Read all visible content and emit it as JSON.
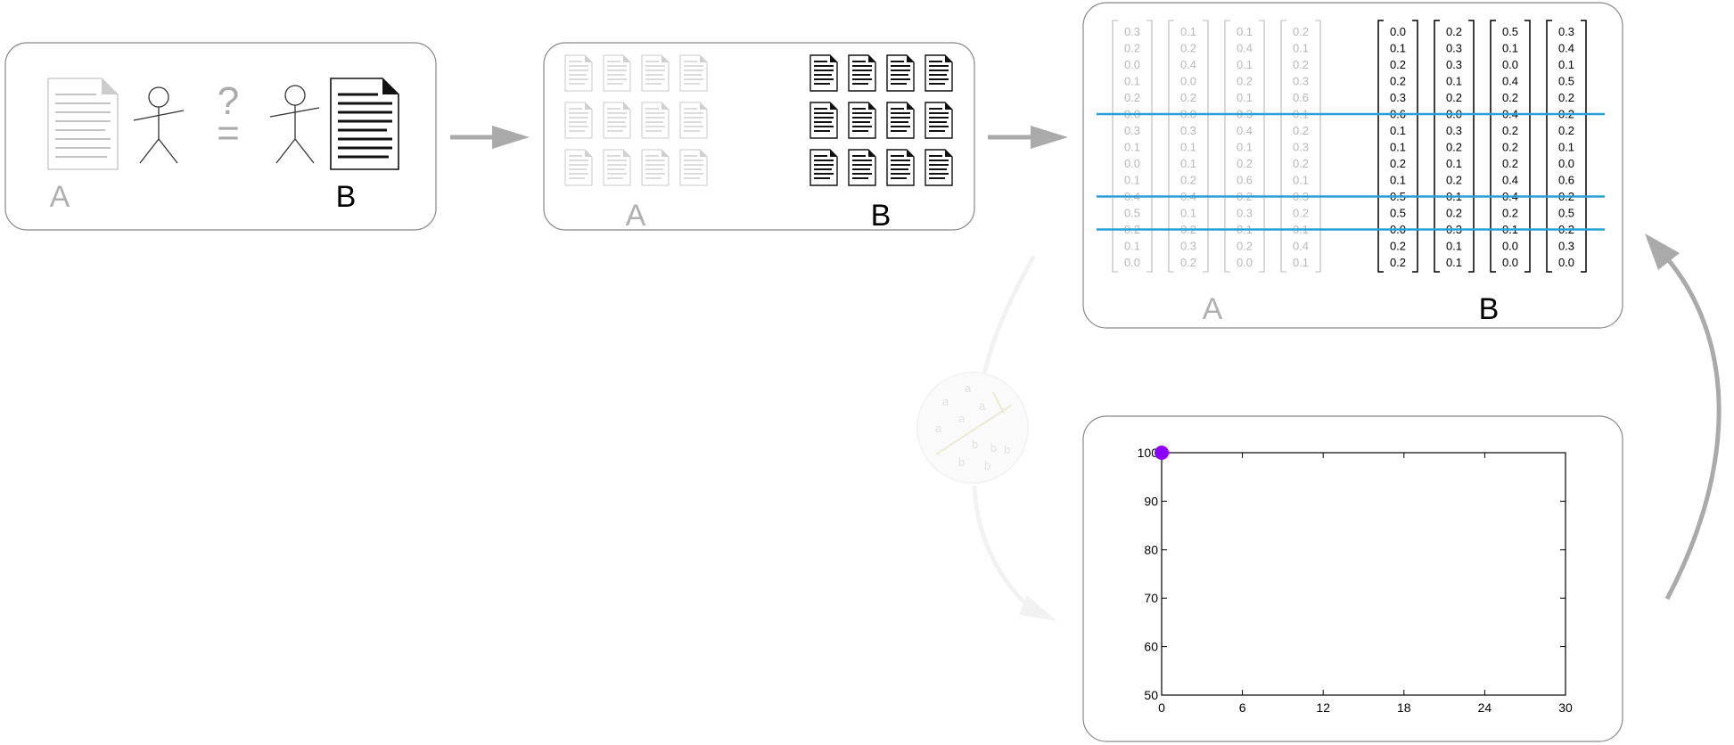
{
  "panel1": {
    "label_a": "A",
    "label_b": "B",
    "question": "?",
    "equals": "="
  },
  "panel2": {
    "label_a": "A",
    "label_b": "B"
  },
  "panel3": {
    "label_a": "A",
    "label_b": "B",
    "matrix_a": [
      [
        "0.3",
        "0.2",
        "0.0",
        "0.1",
        "0.2",
        "0.0",
        "0.3",
        "0.1",
        "0.0",
        "0.1",
        "0.4",
        "0.5",
        "0.2",
        "0.1",
        "0.0"
      ],
      [
        "0.1",
        "0.2",
        "0.4",
        "0.0",
        "0.2",
        "0.0",
        "0.3",
        "0.1",
        "0.1",
        "0.2",
        "0.4",
        "0.1",
        "0.2",
        "0.3",
        "0.2"
      ],
      [
        "0.1",
        "0.4",
        "0.1",
        "0.2",
        "0.1",
        "0.3",
        "0.4",
        "0.1",
        "0.2",
        "0.6",
        "0.2",
        "0.3",
        "0.1",
        "0.2",
        "0.0"
      ],
      [
        "0.2",
        "0.1",
        "0.2",
        "0.3",
        "0.6",
        "0.1",
        "0.2",
        "0.3",
        "0.2",
        "0.1",
        "0.3",
        "0.2",
        "0.1",
        "0.4",
        "0.1"
      ]
    ],
    "matrix_b": [
      [
        "0.0",
        "0.1",
        "0.2",
        "0.2",
        "0.3",
        "0.6",
        "0.1",
        "0.1",
        "0.2",
        "0.1",
        "0.5",
        "0.5",
        "0.0",
        "0.2",
        "0.2"
      ],
      [
        "0.2",
        "0.3",
        "0.3",
        "0.1",
        "0.2",
        "0.0",
        "0.3",
        "0.2",
        "0.1",
        "0.2",
        "0.1",
        "0.2",
        "0.3",
        "0.1",
        "0.1"
      ],
      [
        "0.5",
        "0.1",
        "0.0",
        "0.4",
        "0.2",
        "0.4",
        "0.2",
        "0.2",
        "0.2",
        "0.4",
        "0.4",
        "0.2",
        "0.1",
        "0.0",
        "0.0"
      ],
      [
        "0.3",
        "0.4",
        "0.1",
        "0.5",
        "0.2",
        "0.2",
        "0.2",
        "0.1",
        "0.0",
        "0.6",
        "0.2",
        "0.5",
        "0.2",
        "0.3",
        "0.0"
      ]
    ],
    "highlight_rows": [
      5,
      10,
      12
    ],
    "highlight_color": "#2a9fd6"
  },
  "cluster": {
    "a_letters": [
      "a",
      "a",
      "a",
      "a",
      "a"
    ],
    "b_letters": [
      "b",
      "b",
      "b",
      "b",
      "b"
    ]
  },
  "chart_data": {
    "type": "scatter",
    "x": [
      0
    ],
    "y": [
      100
    ],
    "xlim": [
      0,
      30
    ],
    "ylim": [
      50,
      100
    ],
    "xticks": [
      "0",
      "6",
      "12",
      "18",
      "24",
      "30"
    ],
    "yticks": [
      "50",
      "60",
      "70",
      "80",
      "90",
      "100"
    ],
    "point_color": "#8b00ff",
    "title": "",
    "xlabel": "",
    "ylabel": ""
  }
}
